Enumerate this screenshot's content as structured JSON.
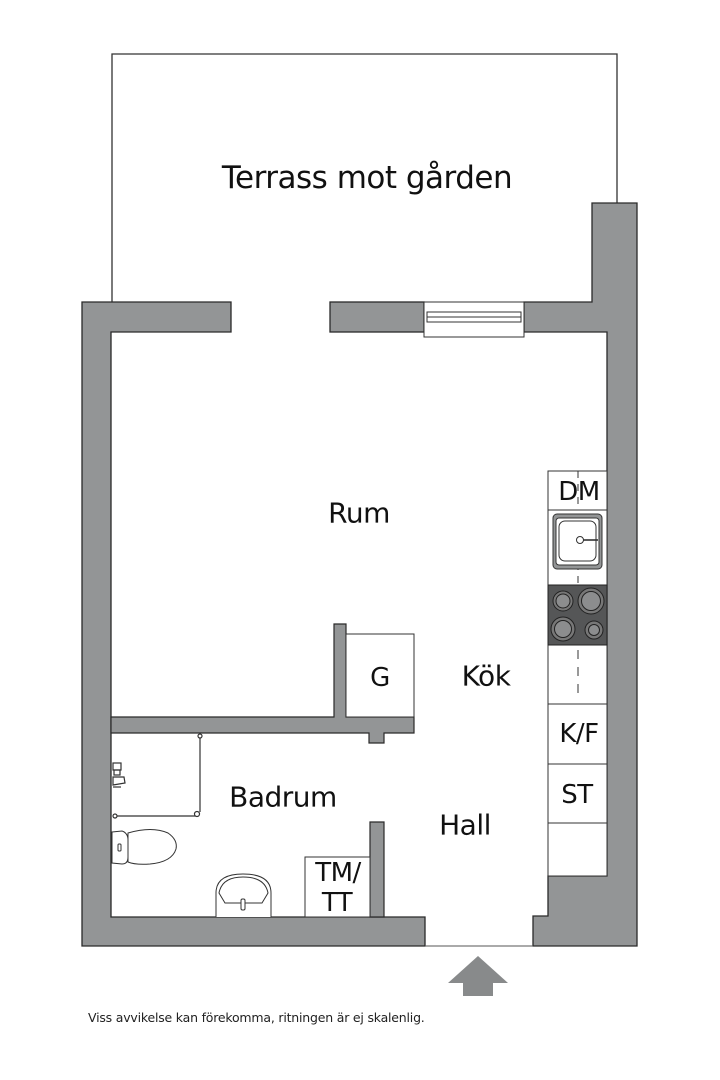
{
  "plan": {
    "colors": {
      "wall_fill": "#939596",
      "wall_stroke": "#2a2a2a",
      "line": "#333333",
      "stove": "#555657",
      "burner": "#8c8d8e",
      "arrow": "#888a8b",
      "background": "#ffffff"
    },
    "rooms": {
      "terrace": "Terrass mot gården",
      "living": "Rum",
      "kitchen": "Kök",
      "bathroom": "Badrum",
      "hall": "Hall"
    },
    "fixtures": {
      "wardrobe": "G",
      "dishwasher": "DM",
      "fridge_freezer": "K/F",
      "storage": "ST",
      "washer_dryer_line1": "TM/",
      "washer_dryer_line2": "TT"
    },
    "icons": {
      "sink": "kitchen-sink-icon",
      "stove": "stove-icon",
      "toilet": "toilet-icon",
      "washbasin": "washbasin-icon",
      "shower": "shower-icon",
      "entrance": "entrance-arrow-icon",
      "window": "window-icon"
    }
  },
  "footer": {
    "disclaimer": "Viss avvikelse kan förekomma, ritningen är ej skalenlig."
  }
}
